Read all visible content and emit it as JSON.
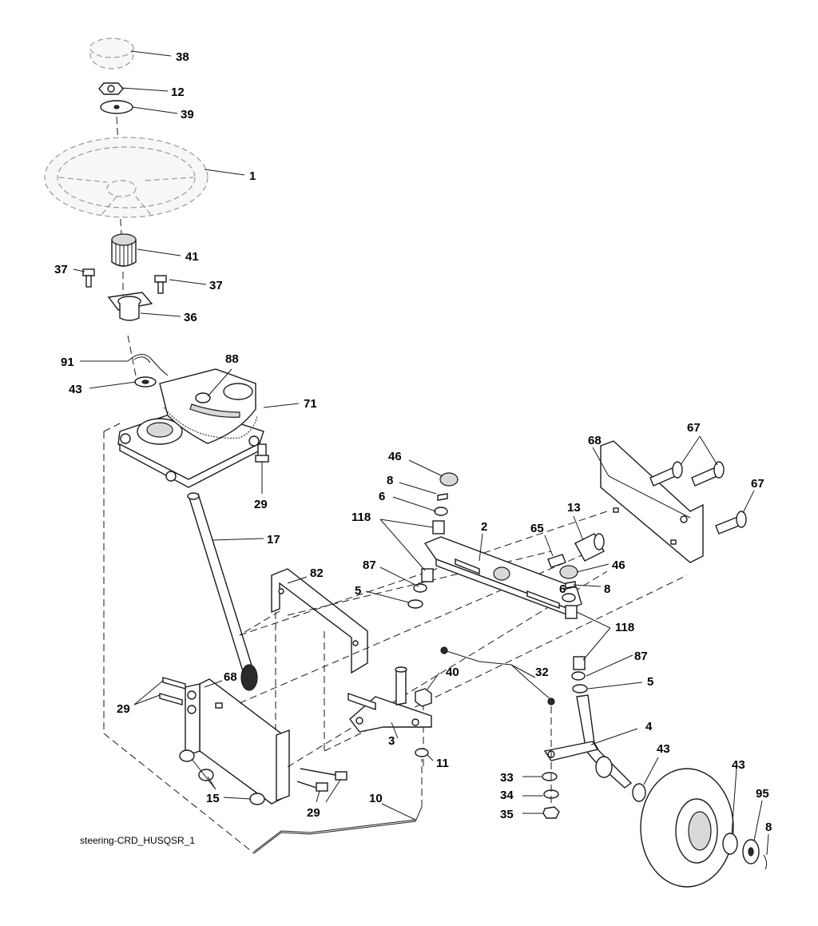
{
  "diagram": {
    "caption": "steering-CRD_HUSQSR_1",
    "callouts": [
      {
        "id": "c38",
        "text": "38"
      },
      {
        "id": "c12",
        "text": "12"
      },
      {
        "id": "c39",
        "text": "39"
      },
      {
        "id": "c1",
        "text": "1"
      },
      {
        "id": "c41",
        "text": "41"
      },
      {
        "id": "c37a",
        "text": "37"
      },
      {
        "id": "c37b",
        "text": "37"
      },
      {
        "id": "c36",
        "text": "36"
      },
      {
        "id": "c91",
        "text": "91"
      },
      {
        "id": "c88",
        "text": "88"
      },
      {
        "id": "c43a",
        "text": "43"
      },
      {
        "id": "c71",
        "text": "71"
      },
      {
        "id": "c29a",
        "text": "29"
      },
      {
        "id": "c17",
        "text": "17"
      },
      {
        "id": "c46a",
        "text": "46"
      },
      {
        "id": "c8a",
        "text": "8"
      },
      {
        "id": "c6a",
        "text": "6"
      },
      {
        "id": "c118a",
        "text": "118"
      },
      {
        "id": "c2",
        "text": "2"
      },
      {
        "id": "c65",
        "text": "65"
      },
      {
        "id": "c13",
        "text": "13"
      },
      {
        "id": "c68a",
        "text": "68"
      },
      {
        "id": "c67a",
        "text": "67"
      },
      {
        "id": "c67b",
        "text": "67"
      },
      {
        "id": "c82",
        "text": "82"
      },
      {
        "id": "c87a",
        "text": "87"
      },
      {
        "id": "c5a",
        "text": "5"
      },
      {
        "id": "c46b",
        "text": "46"
      },
      {
        "id": "c6b",
        "text": "6"
      },
      {
        "id": "c8b",
        "text": "8"
      },
      {
        "id": "c118b",
        "text": "118"
      },
      {
        "id": "c87b",
        "text": "87"
      },
      {
        "id": "c5b",
        "text": "5"
      },
      {
        "id": "c32",
        "text": "32"
      },
      {
        "id": "c40",
        "text": "40"
      },
      {
        "id": "c29b",
        "text": "29"
      },
      {
        "id": "c68b",
        "text": "68"
      },
      {
        "id": "c3",
        "text": "3"
      },
      {
        "id": "c11",
        "text": "11"
      },
      {
        "id": "c4",
        "text": "4"
      },
      {
        "id": "c43b",
        "text": "43"
      },
      {
        "id": "c43c",
        "text": "43"
      },
      {
        "id": "c33",
        "text": "33"
      },
      {
        "id": "c34",
        "text": "34"
      },
      {
        "id": "c35",
        "text": "35"
      },
      {
        "id": "c95",
        "text": "95"
      },
      {
        "id": "c8c",
        "text": "8"
      },
      {
        "id": "c15",
        "text": "15"
      },
      {
        "id": "c29c",
        "text": "29"
      },
      {
        "id": "c10",
        "text": "10"
      }
    ]
  }
}
